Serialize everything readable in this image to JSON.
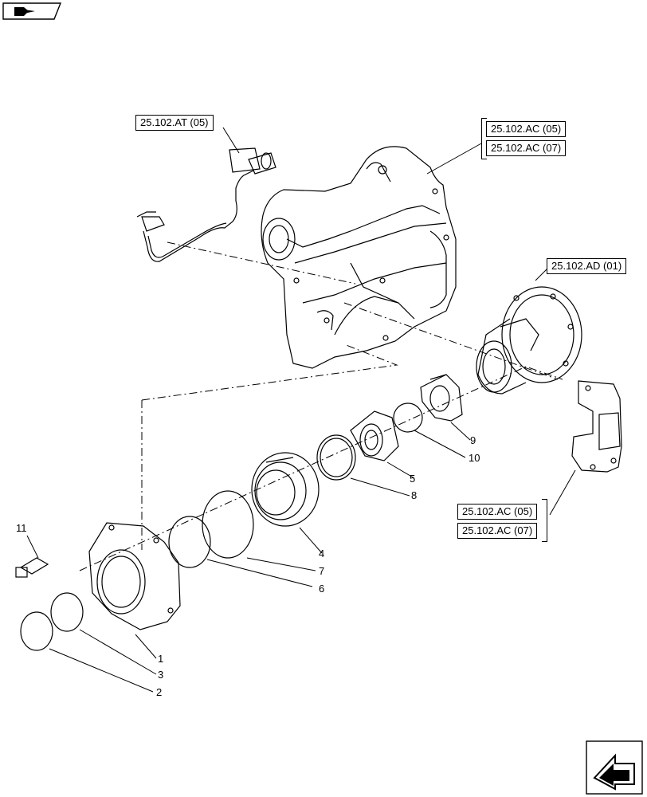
{
  "references": {
    "sensor_harness": "25.102.AT (05)",
    "housing_a": "25.102.AC (05)",
    "housing_b": "25.102.AC (07)",
    "differential": "25.102.AD (01)",
    "bracket_a": "25.102.AC (05)",
    "bracket_b": "25.102.AC (07)"
  },
  "callouts": {
    "c1": "1",
    "c2": "2",
    "c3": "3",
    "c4": "4",
    "c5": "5",
    "c6": "6",
    "c7": "7",
    "c8": "8",
    "c9": "9",
    "c10": "10",
    "c11": "11"
  },
  "icons": {
    "top_left": "nav-book-icon",
    "bottom_right": "next-page-arrow-icon"
  }
}
